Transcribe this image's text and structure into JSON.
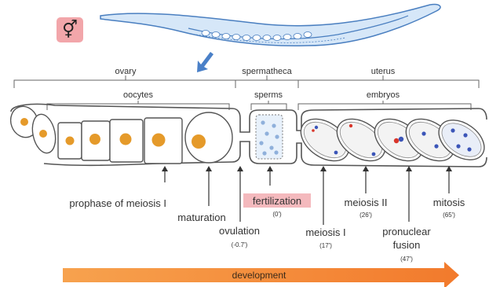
{
  "sex_symbol": "⚥",
  "colors": {
    "worm_fill": "#d6e7f8",
    "worm_stroke": "#4a7fc0",
    "nucleus": "#e59a2a",
    "chromosome_blue": "#3b55b8",
    "chromosome_red": "#d9362b",
    "highlight": "#f4b9bd",
    "sex_badge": "#f2a6aa",
    "arrow_blue": "#4a80c8",
    "development": "#f48a3c"
  },
  "regions": {
    "ovary": "ovary",
    "spermatheca": "spermatheca",
    "uterus": "uterus"
  },
  "groups": {
    "oocytes": "oocytes",
    "sperms": "sperms",
    "embryos": "embryos"
  },
  "stages": {
    "prophase": "prophase of meiosis I",
    "maturation": "maturation",
    "ovulation": {
      "label": "ovulation",
      "time": "(-0.7')"
    },
    "fertilization": {
      "label": "fertilization",
      "time": "(0')"
    },
    "meiosis1": {
      "label": "meiosis I",
      "time": "(17')"
    },
    "meiosis2": {
      "label": "meiosis II",
      "time": "(26')"
    },
    "pronuclear": {
      "line1": "pronuclear",
      "line2": "fusion",
      "time": "(47')"
    },
    "mitosis": {
      "label": "mitosis",
      "time": "(65')"
    }
  },
  "development": "development"
}
